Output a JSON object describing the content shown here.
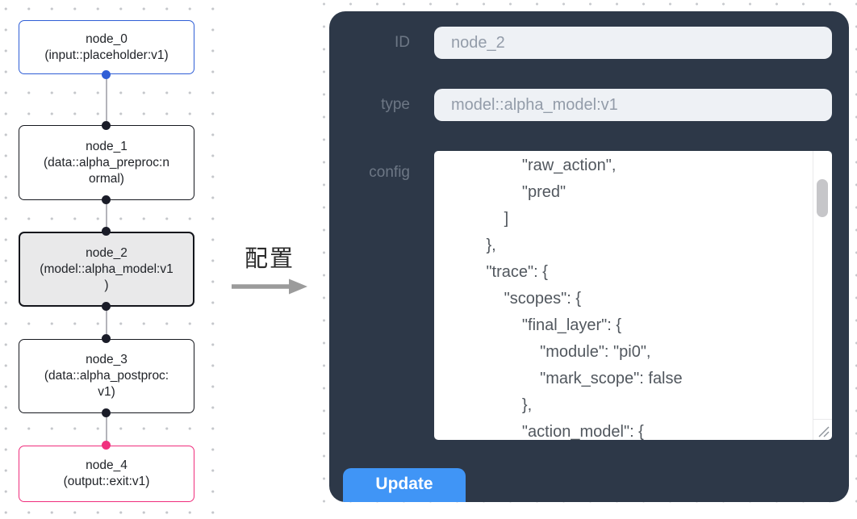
{
  "flow": {
    "nodes": [
      {
        "title": "node_0",
        "subtitle": "(input::placeholder:v1)",
        "kind": "input"
      },
      {
        "title": "node_1",
        "subtitle": "(data::alpha_preproc:n\normal)",
        "kind": "default"
      },
      {
        "title": "node_2",
        "subtitle": "(model::alpha_model:v1\n)",
        "kind": "default",
        "state": "selected"
      },
      {
        "title": "node_3",
        "subtitle": "(data::alpha_postproc:\nv1)",
        "kind": "default"
      },
      {
        "title": "node_4",
        "subtitle": "(output::exit:v1)",
        "kind": "output"
      }
    ]
  },
  "annotation": {
    "label": "配置",
    "arrow_icon": "arrow-right"
  },
  "panel": {
    "fields": {
      "id": {
        "label": "ID",
        "value": "node_2"
      },
      "type": {
        "label": "type",
        "value": "model::alpha_model:v1"
      },
      "config": {
        "label": "config"
      }
    },
    "config_value": "                \"raw_action\",\n                \"pred\"\n            ]\n        },\n        \"trace\": {\n            \"scopes\": {\n                \"final_layer\": {\n                    \"module\": \"pi0\",\n                    \"mark_scope\": false\n                },\n                \"action_model\": {",
    "update_label": "Update",
    "icons": {
      "scrollbar": "scrollbar-thumb",
      "resize": "resize-handle"
    }
  },
  "colors": {
    "node_input_border": "#2f5ed6",
    "node_output_border": "#ef2d7c",
    "node_default_border": "#16181f",
    "selected_node_bg": "#e9e9ea",
    "edge": "#b4b4ba",
    "panel_bg": "#2d3848",
    "input_bg": "#eef1f5",
    "update_button_bg": "#4095f6"
  }
}
